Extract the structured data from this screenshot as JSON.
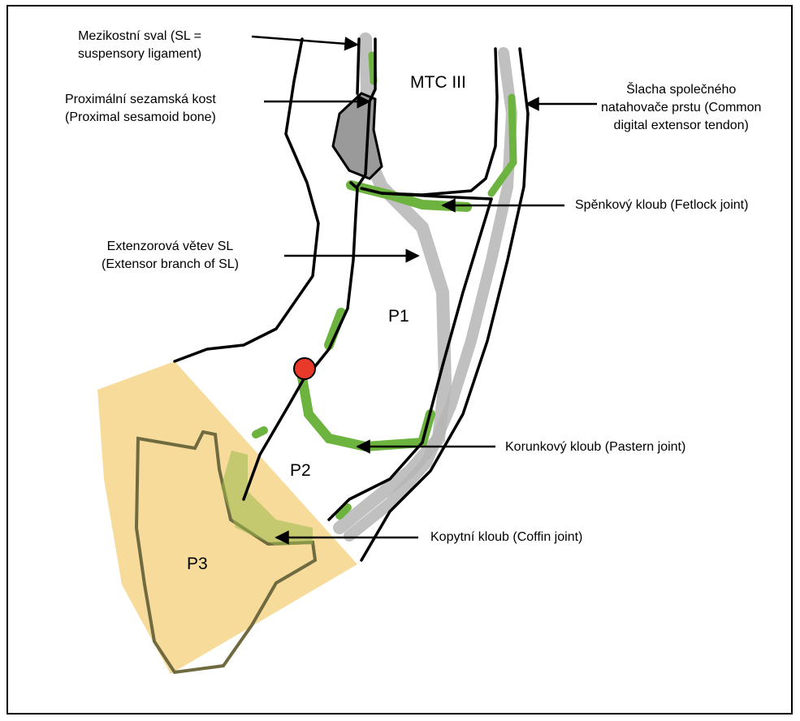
{
  "labels": {
    "suspensory": [
      "Mezikostní sval (SL =",
      "suspensory ligament)"
    ],
    "sesamoid": [
      "Proximální sezamská kost",
      "(Proximal sesamoid bone)"
    ],
    "extensor_tendon": [
      "Šlacha společného",
      "natahovače prstu (Common",
      "digital extensor tendon)"
    ],
    "fetlock": "Spěnkový kloub (Fetlock joint)",
    "extensor_branch": [
      "Extenzorová větev SL",
      "(Extensor branch of SL)"
    ],
    "pastern": "Korunkový kloub (Pastern joint)",
    "coffin": "Kopytní kloub (Coffin joint)"
  },
  "bones": {
    "mtc3": "MTC III",
    "p1": "P1",
    "p2": "P2",
    "p3": "P3"
  },
  "colors": {
    "cartilage": "#6cb33f",
    "ligament": "#b5b5b5",
    "hoof": "#f5d58a",
    "marker": "#e8392b"
  }
}
